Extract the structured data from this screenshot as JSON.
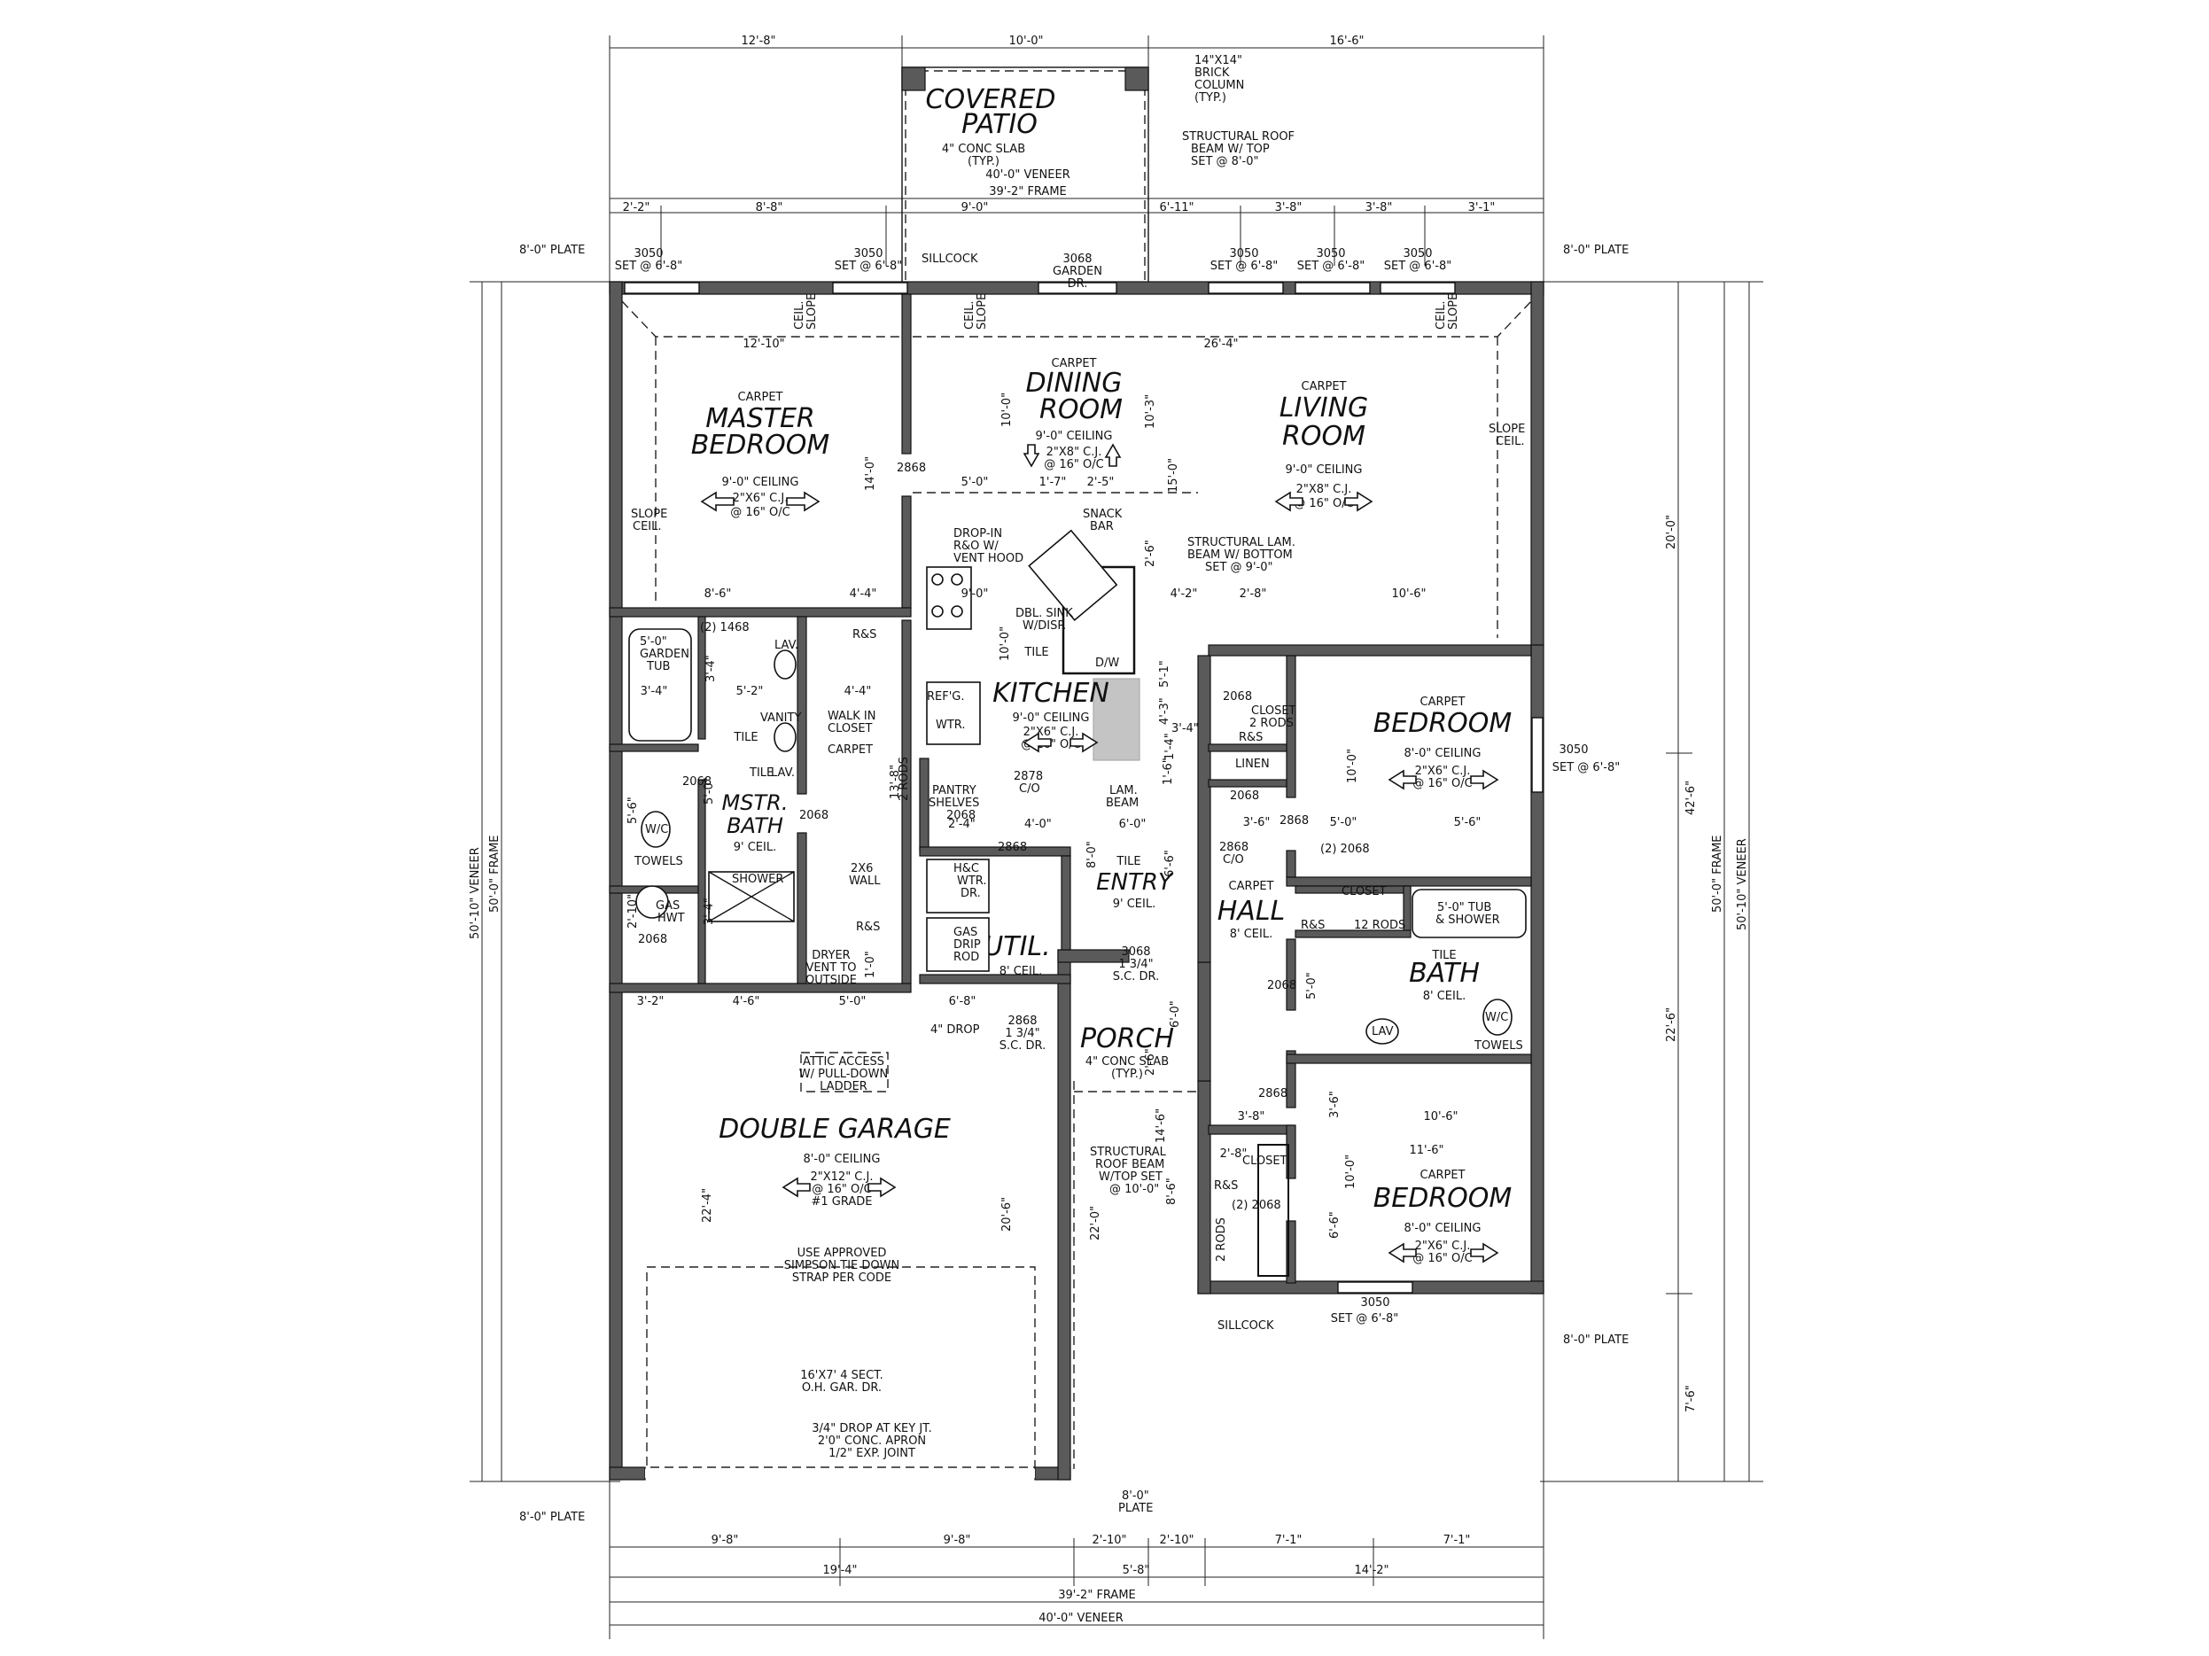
{
  "rooms": {
    "covered_patio": {
      "name1": "COVERED",
      "name2": "PATIO",
      "n1": "4\" CONC SLAB",
      "n2": "(TYP.)"
    },
    "master_bedroom": {
      "floor": "CARPET",
      "name1": "MASTER",
      "name2": "BEDROOM",
      "ceiling": "9'-0\" CEILING",
      "cj1": "2\"X6\" C.J.",
      "cj2": "@ 16\" O/C"
    },
    "dining_room": {
      "floor": "CARPET",
      "name1": "DINING",
      "name2": "ROOM",
      "ceiling": "9'-0\" CEILING",
      "cj1": "2\"X8\" C.J.",
      "cj2": "@ 16\" O/C"
    },
    "living_room": {
      "floor": "CARPET",
      "name1": "LIVING",
      "name2": "ROOM",
      "ceiling": "9'-0\" CEILING",
      "cj1": "2\"X8\" C.J.",
      "cj2": "@ 16\" O/C"
    },
    "kitchen": {
      "name": "KITCHEN",
      "floor": "TILE",
      "ceiling": "9'-0\" CEILING",
      "cj1": "2\"X6\" C.J.",
      "cj2": "@ 16\" O/C"
    },
    "bedroom_2": {
      "floor": "CARPET",
      "name": "BEDROOM",
      "ceiling": "8'-0\" CEILING",
      "cj1": "2\"X6\" C.J.",
      "cj2": "@ 16\" O/C"
    },
    "bedroom_3": {
      "floor": "CARPET",
      "name": "BEDROOM",
      "ceiling": "8'-0\" CEILING",
      "cj1": "2\"X6\" C.J.",
      "cj2": "@ 16\" O/C"
    },
    "mstr_bath": {
      "name1": "MSTR.",
      "name2": "BATH",
      "ceiling": "9' CEIL.",
      "floor": "TILE"
    },
    "entry": {
      "floor": "TILE",
      "name": "ENTRY",
      "ceiling": "9' CEIL."
    },
    "hall": {
      "floor": "CARPET",
      "name": "HALL",
      "ceiling": "8' CEIL."
    },
    "bath": {
      "floor": "TILE",
      "name": "BATH",
      "ceiling": "8' CEIL."
    },
    "util": {
      "name": "UTIL.",
      "ceiling": "8' CEIL."
    },
    "porch": {
      "name": "PORCH",
      "n1": "4\" CONC SLAB",
      "n2": "(TYP.)"
    },
    "garage": {
      "name": "DOUBLE GARAGE",
      "ceiling": "8'-0\" CEILING",
      "cj1": "2\"X12\" C.J.",
      "cj2": "@ 16\" O/C",
      "cj3": "#1 GRADE"
    }
  },
  "notes": {
    "brick_column": [
      "14\"X14\"",
      "BRICK",
      "COLUMN",
      "(TYP.)"
    ],
    "struct_roof_beam_top": [
      "STRUCTURAL ROOF",
      "BEAM W/ TOP",
      "SET @ 8'-0\""
    ],
    "struct_lam_beam": [
      "STRUCTURAL LAM.",
      "BEAM W/ BOTTOM",
      "SET @ 9'-0\""
    ],
    "struct_roof_beam_porch": [
      "STRUCTURAL",
      "ROOF BEAM",
      "W/TOP SET",
      "@ 10'-0\""
    ],
    "attic_access": [
      "ATTIC ACCESS",
      "W/ PULL-DOWN",
      "LADDER"
    ],
    "simpson": [
      "USE APPROVED",
      "SIMPSON TIE DOWN",
      "STRAP PER CODE"
    ],
    "garage_door": [
      "16'X7' 4 SECT.",
      "O.H. GAR. DR."
    ],
    "apron": [
      "3/4\" DROP AT KEY JT.",
      "2'0\" CONC. APRON",
      "1/2\" EXP. JOINT"
    ],
    "dryer_vent": [
      "DRYER",
      "VENT TO",
      "OUTSIDE"
    ],
    "drop_in": [
      "DROP-IN",
      "R&O W/",
      "VENT HOOD"
    ],
    "dbl_sink": [
      "DBL. SINK",
      "W/DISP."
    ],
    "snack_bar": [
      "SNACK",
      "BAR"
    ],
    "pantry": [
      "PANTRY",
      "SHELVES",
      "2068"
    ],
    "walk_in": [
      "WALK IN",
      "CLOSET",
      "CARPET"
    ],
    "garden_tub": [
      "5'-0\"",
      "GARDEN",
      "TUB"
    ],
    "tub_shower": [
      "5'-0\" TUB",
      "& SHOWER"
    ],
    "hwtr": [
      "H&C",
      "WTR.",
      "DR."
    ],
    "gas_dryer": [
      "GAS",
      "DRIP",
      "ROD"
    ],
    "gas_hwt": [
      "GAS",
      "HWT"
    ],
    "closet_2rods": [
      "CLOSET",
      "2 RODS"
    ],
    "four_drop": "4\" DROP",
    "lam_beam": [
      "LAM.",
      "BEAM"
    ],
    "sillcock": "SILLCOCK",
    "plate": "8'-0\" PLATE",
    "porch_plate": [
      "8'-0\"",
      "PLATE"
    ],
    "ceil_slope": [
      "CEIL.",
      "SLOPE"
    ],
    "slope_ceil": [
      "SLOPE",
      "CEIL."
    ],
    "veneer_40": "40'-0\"  VENEER",
    "frame_392": "39'-2\"  FRAME"
  },
  "misc_labels": {
    "ref": "REF'G.",
    "wtr": "WTR.",
    "dw": "D/W",
    "linen": "LINEN",
    "closet": "CLOSET",
    "rs": "R&S",
    "shower": "SHOWER",
    "towels": "TOWELS",
    "wc": "W/C",
    "lav": "LAV.",
    "vanity": "VANITY",
    "lav_small": "LAV",
    "two_rods": "2 RODS",
    "two_by_six": "2X6",
    "wall": "WALL",
    "twelve_rods": "12 RODS",
    "slope": "SLOPE",
    "hc": "H&C"
  },
  "windows": {
    "w3050": "3050",
    "set": "SET @ 6'-8\"",
    "garden_dr": [
      "3068",
      "GARDEN",
      "DR."
    ],
    "door_3068": [
      "3068",
      "1 3/4\"",
      "S.C. DR."
    ],
    "door_2868": [
      "2868",
      "1 3/4\"",
      "S.C. DR."
    ]
  },
  "door_labels": {
    "d2868": "2868",
    "d2068": "2068",
    "d1468": "(2) 1468",
    "d2068x2": "(2) 2068",
    "d2878": "2878",
    "co": "C/O",
    "d2868co": "2868"
  },
  "dimensions": {
    "top_1": [
      "12'-8\"",
      "10'-0\"",
      "16'-6\""
    ],
    "top_2": [
      "2'-2\"",
      "8'-8\"",
      "9'-0\"",
      "6'-11\"",
      "3'-8\"",
      "3'-8\"",
      "3'-1\""
    ],
    "bottom_1": [
      "9'-8\"",
      "9'-8\"",
      "2'-10\"",
      "2'-10\"",
      "7'-1\"",
      "7'-1\""
    ],
    "bottom_2": [
      "19'-4\"",
      "5'-8\"",
      "14'-2\""
    ],
    "bottom_3": "39'-2\"  FRAME",
    "bottom_4": "40'-0\"  VENEER",
    "left_veneer": "50'-10\"  VENEER",
    "left_frame": "50'-0\"  FRAME",
    "right_veneer": "50'-10\"  VENEER",
    "right_frame": "50'-0\"  FRAME",
    "right_top": "20'-0\"",
    "right_mid": "42'-6\"",
    "right_low": "22'-6\"",
    "right_bottom": "7'-6\"",
    "interior": {
      "mb_width": "12'-10\"",
      "lr_width": "26'-4\"",
      "din_h": "10'-0\"",
      "din_h2": "10'-3\"",
      "mb_h": "14'-0\"",
      "lr_h": "15'-0\"",
      "k1": "5'-0\"",
      "k2": "1'-7\"",
      "k3": "2'-5\"",
      "a1": "8'-6\"",
      "a2": "4'-4\"",
      "a3": "9'-0\"",
      "a4": "4'-2\"",
      "a5": "2'-8\"",
      "a6": "10'-6\"",
      "b1": "10'-0\"",
      "b2": "5'-1\"",
      "b3": "4'-3\"",
      "b4": "3'-4\"",
      "b5": "1'-6\"",
      "c1": "5'-2\"",
      "c2": "4'-4\"",
      "c3": "3'-4\"",
      "c4": "3'-4\"",
      "c5": "13'-8\"",
      "c6": "5'-0\"",
      "c7": "5'-6\"",
      "c8": "2'-10\"",
      "c9": "3'-4\"",
      "c10": "2'-4\"",
      "c11": "4'-0\"",
      "c12": "6'-0\"",
      "c13": "3'-6\"",
      "c14": "5'-0\"",
      "c15": "5'-6\"",
      "c16": "10'-0\"",
      "c17": "8'-0\"",
      "c18": "6'-6\"",
      "c19": "3'-2\"",
      "c20": "4'-6\"",
      "c21": "5'-0\"",
      "c22": "6'-8\"",
      "c23": "1'-0\"",
      "c24": "6'-0\"",
      "c25": "14'-6\"",
      "c26": "8'-6\"",
      "c27": "22'-0\"",
      "c28": "22'-4\"",
      "c29": "20'-6\"",
      "c30": "10'-6\"",
      "c31": "11'-6\"",
      "c32": "10'-0\"",
      "c33": "6'-6\"",
      "c34": "3'-6\"",
      "c35": "2'-8\"",
      "c36": "3'-8\"",
      "c37": "5'-0\"",
      "c38": "2'-6\"",
      "c39": "2'-6\"",
      "c40": "1'-4\""
    }
  }
}
